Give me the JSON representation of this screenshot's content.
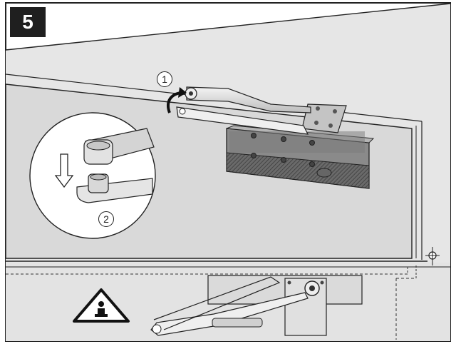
{
  "step": {
    "number": "5"
  },
  "callouts": {
    "one": "1",
    "two": "2"
  },
  "icons": {
    "info_warning": "info-warning-icon",
    "arrow_down": "arrow-down-icon",
    "arrow_rotate": "rotate-arrow-icon",
    "crosshair": "crosshair-icon"
  },
  "colors": {
    "background": "#ffffff",
    "door_face": "#dcdcdc",
    "door_frame": "#e8e8e8",
    "badge": "#1f1f1f",
    "closer_body": "#555555",
    "line": "#222222"
  }
}
